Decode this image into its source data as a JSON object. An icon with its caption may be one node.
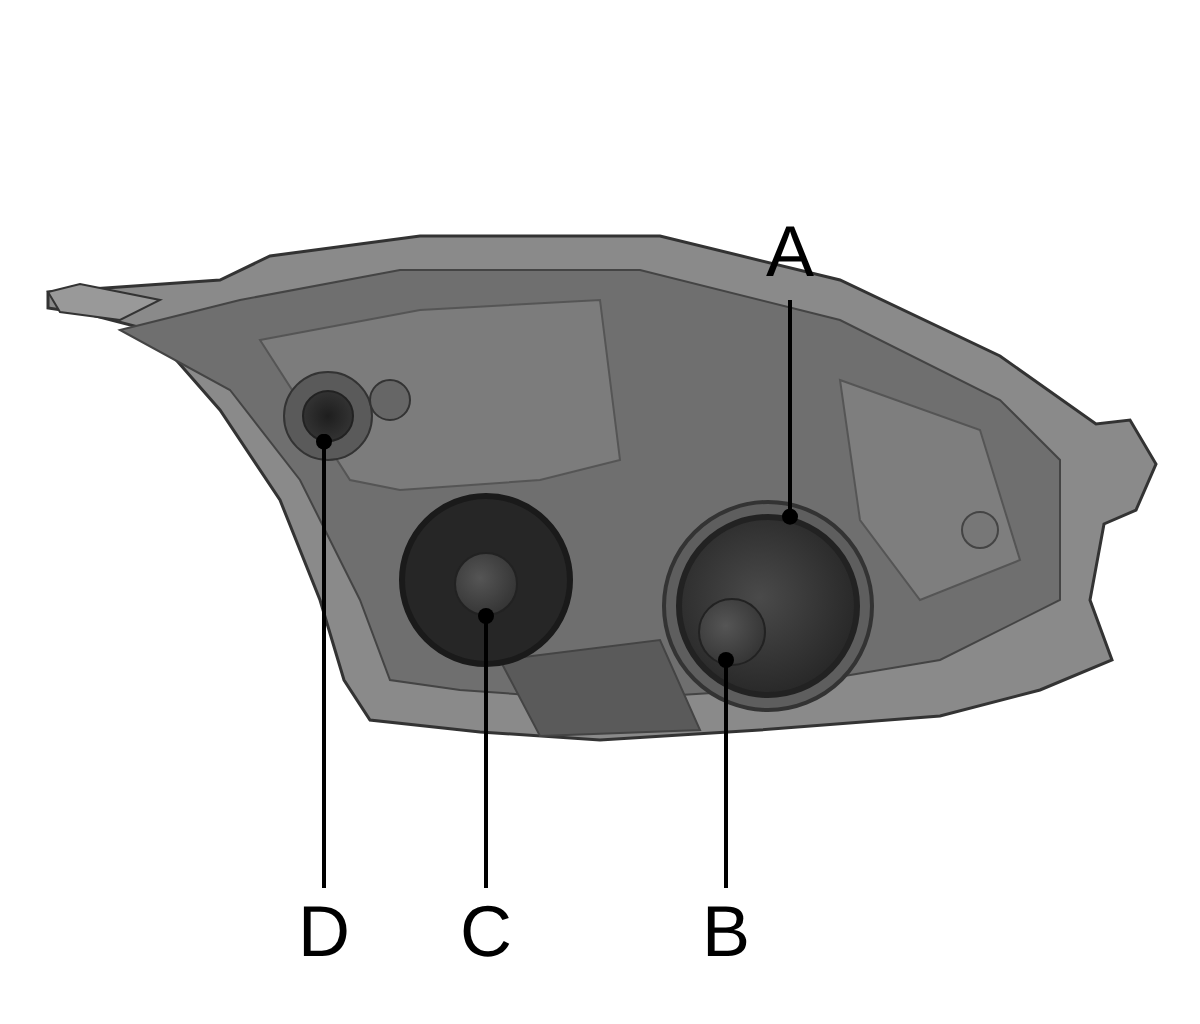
{
  "diagram": {
    "nodes": [
      {
        "text": [
          "A"
        ]
      },
      {
        "text": [
          "B"
        ]
      },
      {
        "text": [
          "C"
        ]
      },
      {
        "text": [
          "D"
        ]
      },
      {
        "text": [],
        "shape": "circle"
      },
      {
        "text": [],
        "shape": "circle",
        "in": 4
      },
      {
        "text": [],
        "shape": "circle"
      },
      {
        "text": [],
        "shape": "circle"
      }
    ],
    "edges": [
      {
        "from": 0,
        "to": 4,
        "arrow": "other"
      },
      {
        "from": 1,
        "to": 5,
        "arrow": "other"
      },
      {
        "from": 2,
        "to": 6,
        "arrow": "other"
      },
      {
        "from": 3,
        "to": 7,
        "arrow": "other"
      }
    ]
  }
}
